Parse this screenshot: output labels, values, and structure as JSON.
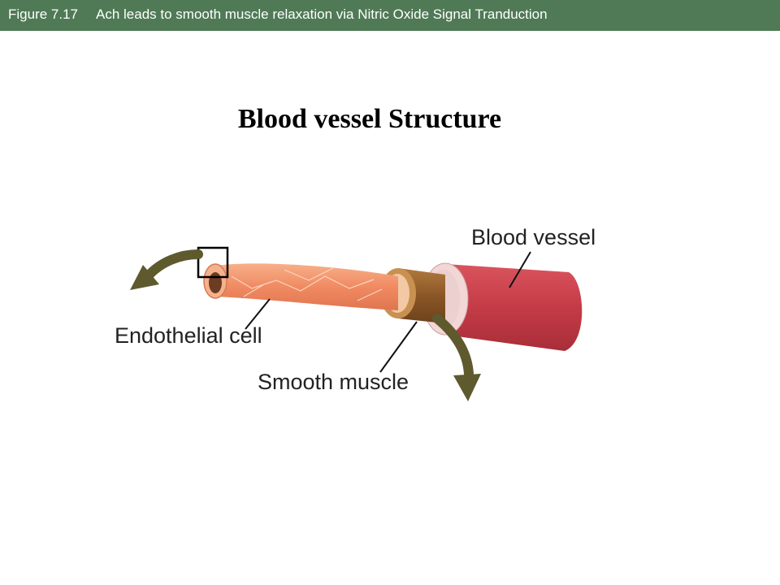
{
  "header": {
    "figure_number": "Figure 7.17",
    "caption": "Ach leads to smooth muscle relaxation via Nitric Oxide Signal Tranduction"
  },
  "title": "Blood vessel Structure",
  "labels": {
    "blood_vessel": "Blood vessel",
    "endothelial_cell": "Endothelial cell",
    "smooth_muscle": "Smooth muscle"
  },
  "colors": {
    "header_bar": "#4f7a55",
    "vessel_red": "#c5404a",
    "smooth_muscle_brown": "#8b5a2b",
    "endothelial_salmon": "#f0906a",
    "arrow_olive": "#5e5a2e"
  }
}
